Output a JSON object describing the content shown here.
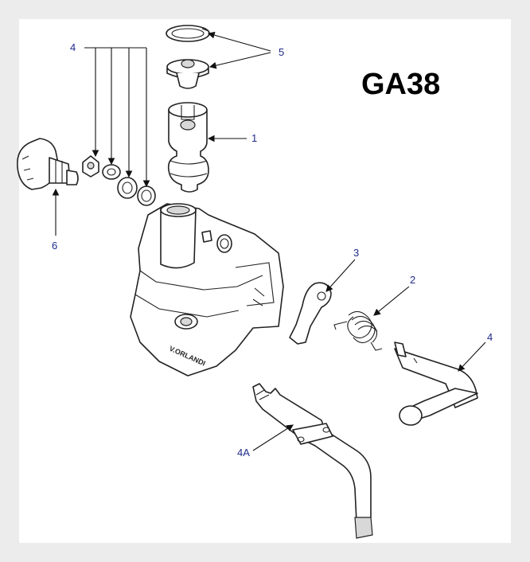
{
  "diagram": {
    "title": "GA38",
    "brand_stamp": "V.ORLANDI",
    "callouts": {
      "c1": "1",
      "c2": "2",
      "c3": "3",
      "c4_top": "4",
      "c4_right": "4",
      "c4a": "4A",
      "c5": "5",
      "c6": "6"
    },
    "colors": {
      "background": "#ececec",
      "panel": "#ffffff",
      "callout_text": "#1f2a8a",
      "line": "#222222"
    }
  }
}
